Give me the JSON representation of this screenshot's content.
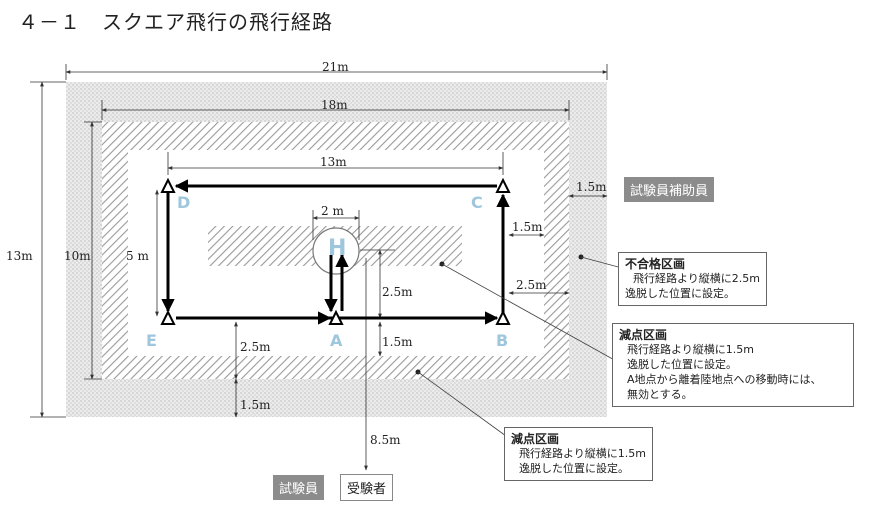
{
  "title": "４－１　スクエア飛行の飛行経路",
  "dims": {
    "outer_width": "21m",
    "band_width": "18m",
    "path_width": "13m",
    "outer_height": "13m",
    "band_height": "10m",
    "path_height": "5 m",
    "helipad_width": "2 m",
    "margin_right": "1.5m",
    "c_offset": "1.5m",
    "b_right": "2.5m",
    "h_to_path": "2.5m",
    "a_below": "1.5m",
    "e_below": "2.5m",
    "bottom_margin": "1.5m",
    "to_examinee": "8.5m"
  },
  "points": {
    "A": "A",
    "B": "B",
    "C": "C",
    "D": "D",
    "E": "E"
  },
  "helipad": "H",
  "tags": {
    "assistant": "試験員補助員",
    "examiner": "試験員",
    "examinee": "受験者"
  },
  "notes": {
    "fail": {
      "title": "不合格区画",
      "lines": [
        "飛行経路より縦横に2.5m",
        "逸脱した位置に設定。"
      ]
    },
    "deduct_inner": {
      "title": "減点区画",
      "lines": [
        "飛行経路より縦横に1.5m",
        "逸脱した位置に設定。",
        "A地点から離着陸地点への移動時には、",
        "無効とする。"
      ]
    },
    "deduct_outer": {
      "title": "減点区画",
      "lines": [
        "飛行経路より縦横に1.5m",
        "逸脱した位置に設定。"
      ]
    }
  }
}
